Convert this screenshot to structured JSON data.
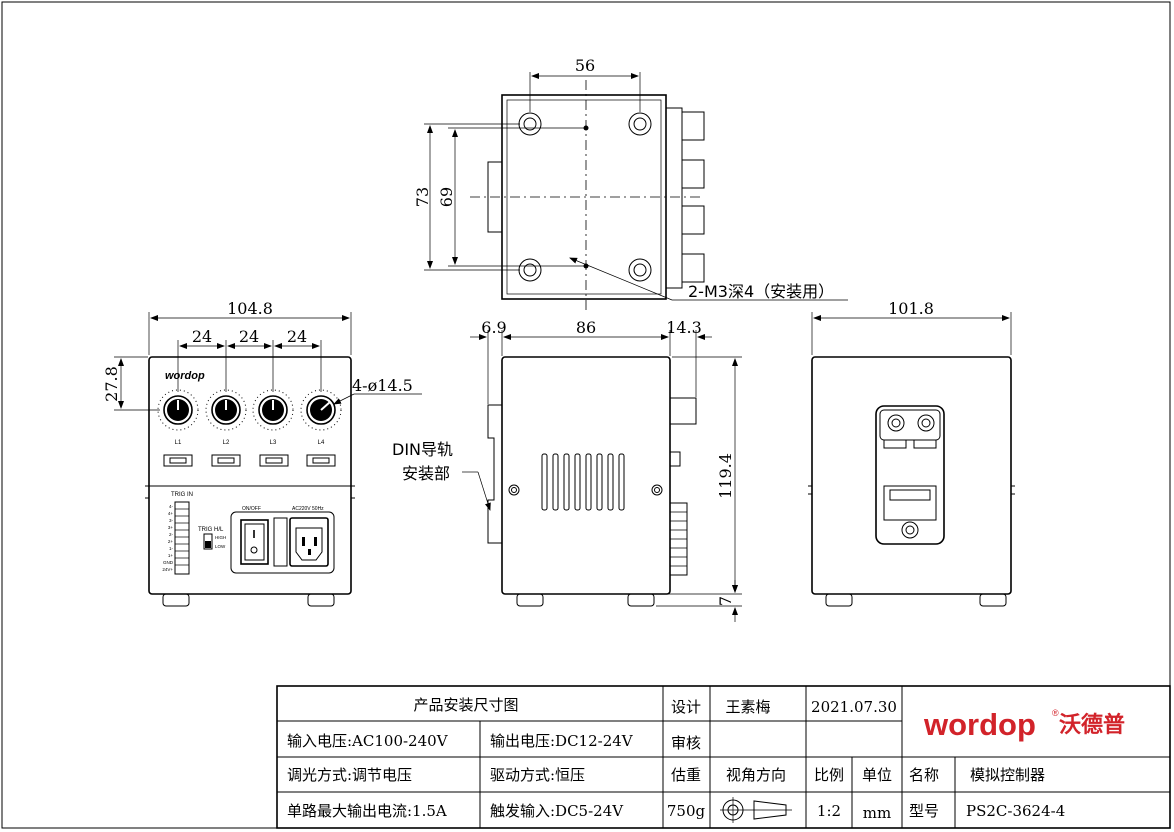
{
  "dimensions": {
    "top_width": "56",
    "top_h_outer": "73",
    "top_h_inner": "69",
    "mount_hole_note": "2-M3深4（安装用）",
    "front_width": "104.8",
    "knob_spacing_1": "24",
    "knob_spacing_2": "24",
    "knob_spacing_3": "24",
    "knob_height": "27.8",
    "knob_diameter": "4-ø14.5",
    "side_left_offset": "6.9",
    "side_depth": "86",
    "side_right_offset": "14.3",
    "height": "119.4",
    "foot_height": "7",
    "back_width": "101.8",
    "din_note_line1": "DIN导轨",
    "din_note_line2": "安装部"
  },
  "front_panel": {
    "logo": "wordop",
    "knob_labels": [
      "L1",
      "L2",
      "L3",
      "L4"
    ],
    "trig_in_label": "TRIG IN",
    "trig_hl_label": "TRIG H/L",
    "high_label": "HIGH",
    "low_label": "LOW",
    "on_off_label": "ON/OFF",
    "ac_label": "AC220V 50Hz",
    "terminal_labels": [
      "4-",
      "4+",
      "3-",
      "3+",
      "2-",
      "2+",
      "1-",
      "1+",
      "GND",
      "24V+"
    ]
  },
  "title_block": {
    "title": "产品安装尺寸图",
    "design_label": "设计",
    "designer": "王素梅",
    "date": "2021.07.30",
    "input_voltage": "输入电压:AC100-240V",
    "output_voltage": "输出电压:DC12-24V",
    "review_label": "审核",
    "dimming": "调光方式:调节电压",
    "driving": "驱动方式:恒压",
    "weight_label": "估重",
    "view_label": "视角方向",
    "scale_label": "比例",
    "unit_label": "单位",
    "name_label": "名称",
    "name_value": "模拟控制器",
    "max_current": "单路最大输出电流:1.5A",
    "trigger_input": "触发输入:DC5-24V",
    "weight_value": "750g",
    "scale_value": "1:2",
    "unit_value": "mm",
    "model_label": "型号",
    "model_value": "PS2C-3624-4",
    "brand_en": "wordop",
    "brand_reg": "®",
    "brand_cn": "沃德普",
    "brand_color": "#d2232a"
  }
}
